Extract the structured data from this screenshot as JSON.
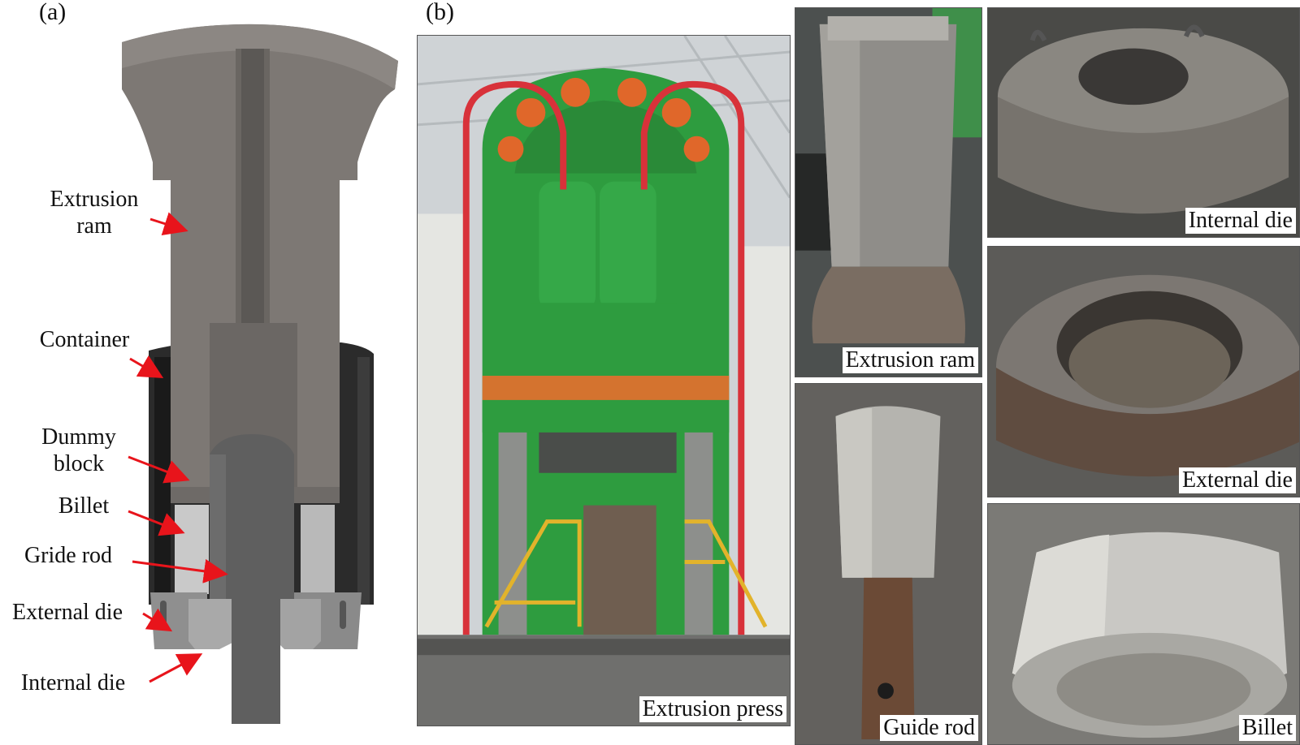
{
  "panel_a": {
    "label": "(a)",
    "callouts": {
      "extrusion_ram": [
        "Extrusion",
        "ram"
      ],
      "container": "Container",
      "dummy_block": [
        "Dummy",
        "block"
      ],
      "billet": "Billet",
      "gride_rod": "Gride rod",
      "external_die": "External die",
      "internal_die": "Internal die"
    }
  },
  "panel_b": {
    "label": "(b)",
    "photos": {
      "extrusion_press": "Extrusion press",
      "extrusion_ram": "Extrusion ram",
      "guide_rod": "Guide rod",
      "internal_die": "Internal die",
      "external_die": "External die",
      "billet": "Billet"
    }
  },
  "colors": {
    "arrow": "#e8141b",
    "ram_gray": "#7d7874",
    "container_dark": "#2b2b2b",
    "billet_light": "#c8c8c8",
    "rod_dark": "#5f5f5f",
    "press_green": "#2e9c3f",
    "pipe_red": "#d8323a"
  }
}
